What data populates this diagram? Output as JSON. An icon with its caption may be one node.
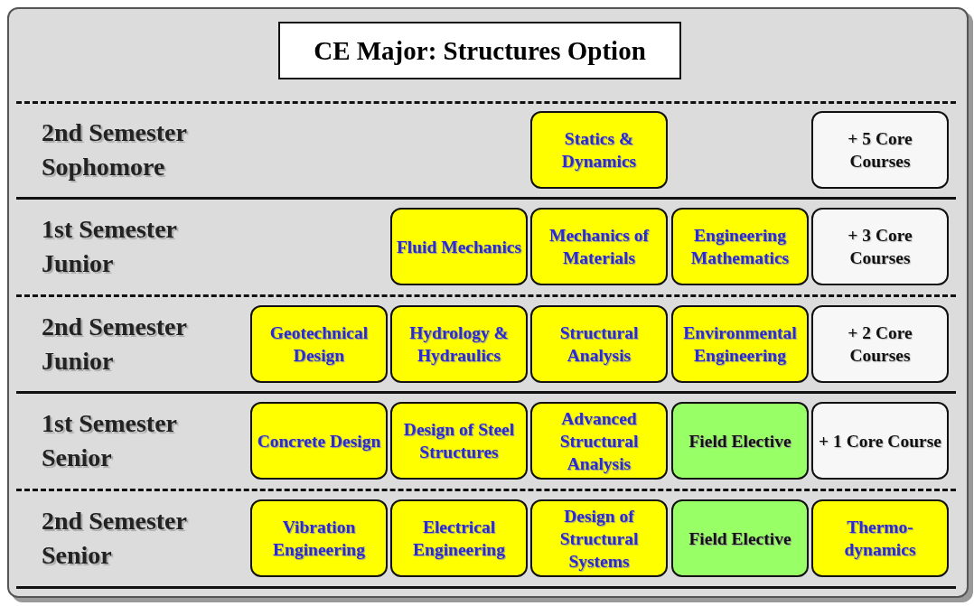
{
  "diagram": {
    "title": "CE Major: Structures Option",
    "nodes": [
      {
        "text": [
          "Statics & Dynamics"
        ]
      },
      {
        "text": [
          "+ 5 Core Courses"
        ]
      },
      {
        "text": [
          "Fluid Mechanics"
        ]
      },
      {
        "text": [
          "Mechanics of Materials"
        ]
      },
      {
        "text": [
          "Engineering Mathematics"
        ]
      },
      {
        "text": [
          "+ 3 Core Courses"
        ]
      },
      {
        "text": [
          "Geotechnical Design"
        ]
      },
      {
        "text": [
          "Hydrology & Hydraulics"
        ]
      },
      {
        "text": [
          "Structural Analysis"
        ]
      },
      {
        "text": [
          "Environmental Engineering"
        ]
      },
      {
        "text": [
          "+ 2 Core Courses"
        ]
      },
      {
        "text": [
          "Concrete Design"
        ]
      },
      {
        "text": [
          "Design of Steel Structures"
        ]
      },
      {
        "text": [
          "Advanced Structural Analysis"
        ]
      },
      {
        "text": [
          "Field Elective"
        ]
      },
      {
        "text": [
          "+ 1 Core Course"
        ]
      },
      {
        "text": [
          "Vibration Engineering"
        ]
      },
      {
        "text": [
          "Electrical Engineering"
        ]
      },
      {
        "text": [
          "Design of Structural Systems"
        ]
      },
      {
        "text": [
          "Field Elective"
        ]
      },
      {
        "text": [
          "Thermo- dynamics"
        ]
      }
    ],
    "labels": [
      "2nd Semester Sophomore",
      "1st Semester Junior",
      "2nd Semester Junior",
      "1st Semester Senior",
      "2nd Semester Senior"
    ]
  }
}
